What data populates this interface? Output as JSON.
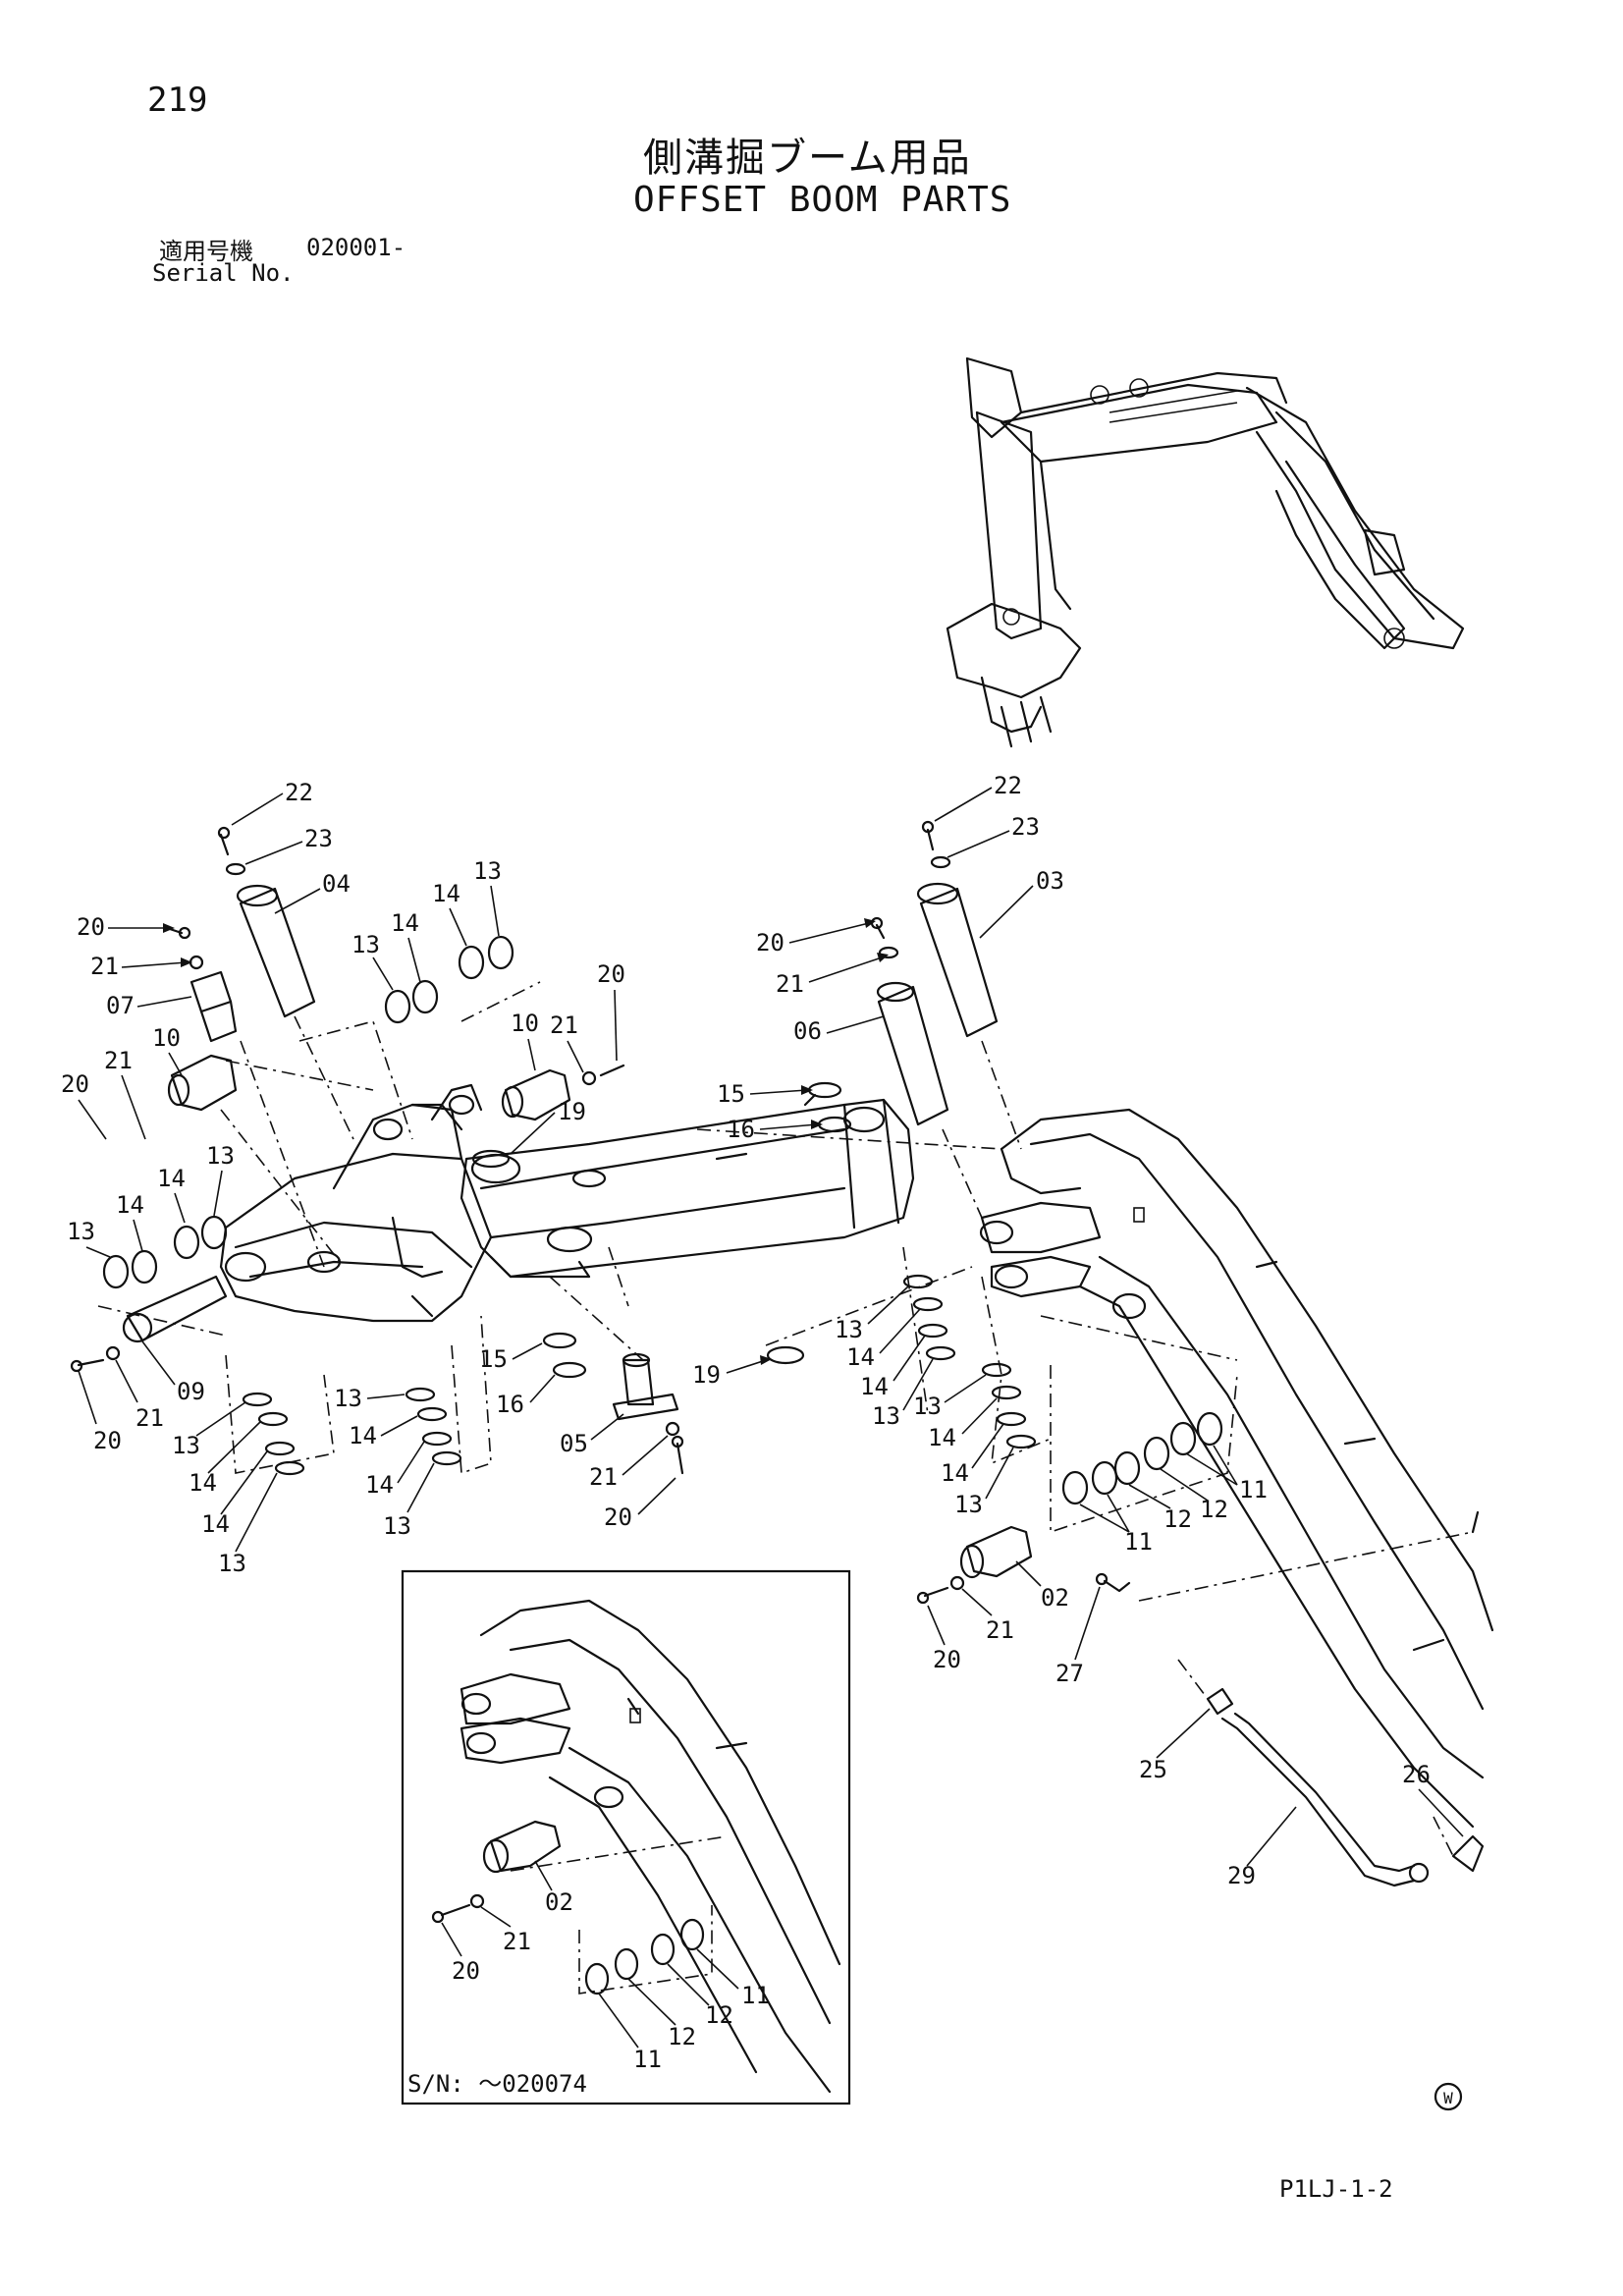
{
  "header": {
    "page_number": "219",
    "title_jp": "側溝掘ブーム用品",
    "title_en": "OFFSET BOOM PARTS",
    "serial_label_jp": "適用号機",
    "serial_value": "020001-",
    "serial_label_en": "Serial No."
  },
  "inset": {
    "serial_note": "S/N: ～020074"
  },
  "footer": {
    "code": "P1LJ-1-2",
    "mark": "W"
  },
  "callouts": {
    "c01": "22",
    "c02": "23",
    "c03": "04",
    "c04": "13",
    "c05": "14",
    "c06": "14",
    "c07": "13",
    "c08": "20",
    "c09": "21",
    "c10": "07",
    "c11": "21",
    "c12": "10",
    "c13": "20",
    "c14": "21",
    "c15": "10",
    "c16": "20",
    "c17": "14",
    "c18": "13",
    "c19": "14",
    "c20": "13",
    "c21": "19",
    "c22": "09",
    "c23": "20",
    "c24": "21",
    "c25": "13",
    "c26": "14",
    "c27": "14",
    "c28": "13",
    "c29": "13",
    "c30": "14",
    "c31": "14",
    "c32": "13",
    "c33": "15",
    "c34": "16",
    "c35": "05",
    "c36": "21",
    "c37": "20",
    "c38": "22",
    "c39": "23",
    "c40": "03",
    "c41": "20",
    "c42": "21",
    "c43": "06",
    "c44": "15",
    "c45": "16",
    "c46": "13",
    "c47": "14",
    "c48": "14",
    "c49": "13",
    "c50": "19",
    "c51": "13",
    "c52": "14",
    "c53": "14",
    "c54": "13",
    "c55": "11",
    "c56": "12",
    "c57": "12",
    "c58": "11",
    "c59": "02",
    "c60": "20",
    "c61": "21",
    "c62": "27",
    "c63": "25",
    "c64": "26",
    "c65": "29",
    "c66": "02",
    "c67": "20",
    "c68": "21",
    "c69": "11",
    "c70": "12",
    "c71": "12",
    "c72": "11"
  }
}
